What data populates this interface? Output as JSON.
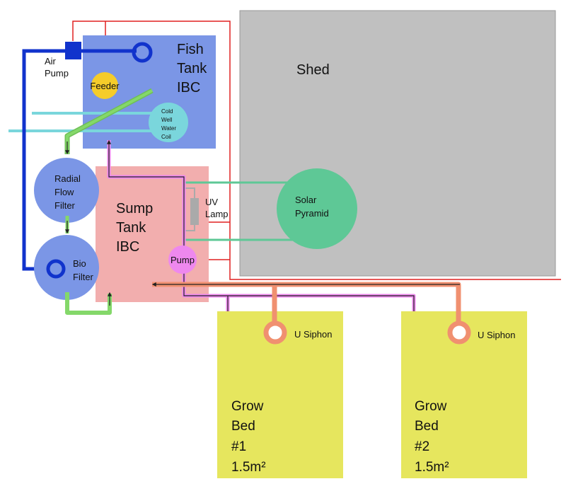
{
  "labels": {
    "shed": "Shed",
    "fish_tank": [
      "Fish",
      "Tank",
      "IBC"
    ],
    "air_pump": [
      "Air",
      "Pump"
    ],
    "feeder": "Feeder",
    "cold_coil": [
      "Cold",
      "Well",
      "Water",
      "Coil"
    ],
    "radial_filter": [
      "Radial",
      "Flow",
      "Filter"
    ],
    "bio_filter": [
      "Bio",
      "Filter"
    ],
    "sump_tank": [
      "Sump",
      "Tank",
      "IBC"
    ],
    "uv_lamp": [
      "UV",
      "Lamp"
    ],
    "pump": "Pump",
    "solar_pyramid": [
      "Solar",
      "Pyramid"
    ],
    "siphon_1": "U Siphon",
    "siphon_2": "U Siphon",
    "grow_bed_1": [
      "Grow",
      "Bed",
      "#1",
      "1.5m²"
    ],
    "grow_bed_2": [
      "Grow",
      "Bed",
      "#2",
      "1.5m²"
    ]
  },
  "colors": {
    "shed": "#c0c0c0",
    "fish_tank": "#7b96e6",
    "sump_tank": "#f2aeae",
    "filter": "#7b96e6",
    "grow_bed": "#e6e65e",
    "air_line": "#1133cc",
    "electric": "#e02020",
    "feeder": "#f5cc2a",
    "cold_water": "#7ad6dc",
    "pump": "#ee88ee",
    "solar": "#5ec896",
    "siphon": "#f09070",
    "filter_flow": "#84d86a",
    "uv": "#aaaaaa"
  }
}
